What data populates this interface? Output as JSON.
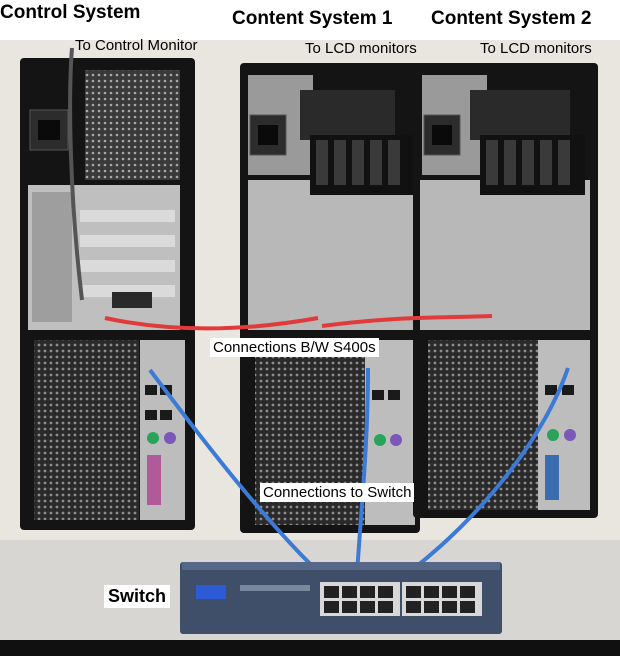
{
  "labels": {
    "control_system": "Control System",
    "content_system_1": "Content System 1",
    "content_system_2": "Content System 2",
    "to_control_monitor": "To Control Monitor",
    "to_lcd_monitors_1": "To LCD monitors",
    "to_lcd_monitors_2": "To LCD monitors",
    "connections_bw": "Connections B/W S400s",
    "connections_switch": "Connections to Switch",
    "switch": "Switch"
  },
  "colors": {
    "tower_case": "#141414",
    "red_cable": "#e03a3a",
    "blue_cable": "#3b7ad6",
    "switch_body": "#3f4f6a",
    "background_wall": "#e9e6e0"
  }
}
